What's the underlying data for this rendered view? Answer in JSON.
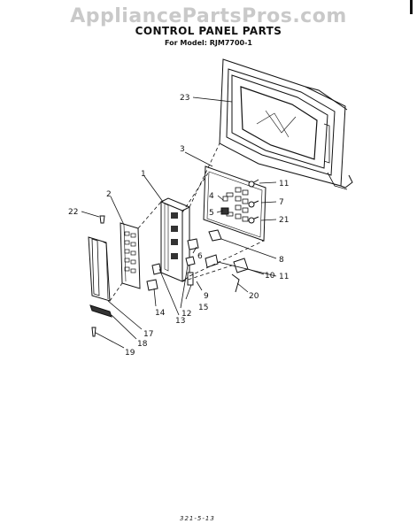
{
  "watermark": "AppliancePartsPros.com",
  "title": "CONTROL PANEL PARTS",
  "subtitle": "For Model: RJM7700-1",
  "footer_code": "321-5-13",
  "callouts": [
    "23",
    "3",
    "1",
    "2",
    "22",
    "11",
    "4",
    "7",
    "5",
    "21",
    "6",
    "8",
    "11",
    "10",
    "20",
    "9",
    "15",
    "12",
    "13",
    "14",
    "17",
    "18",
    "19"
  ]
}
